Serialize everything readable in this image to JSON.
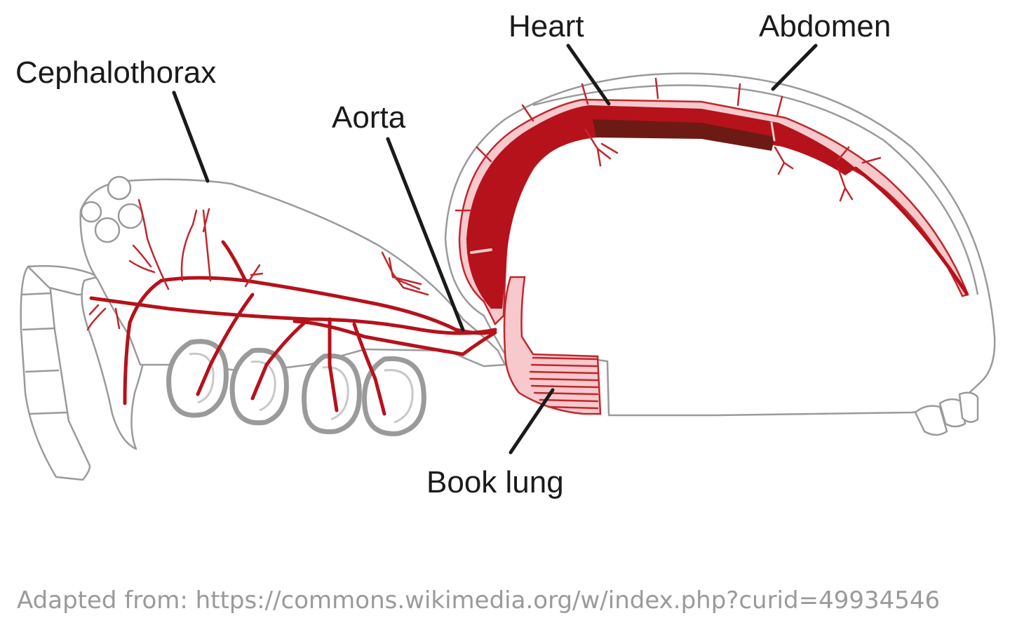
{
  "labels": {
    "cephalothorax": "Cephalothorax",
    "aorta": "Aorta",
    "heart": "Heart",
    "abdomen": "Abdomen",
    "book_lung": "Book lung"
  },
  "caption": "Adapted from: https://commons.wikimedia.org/w/index.php?curid=49934546",
  "colors": {
    "vessel_red": "#b5121b",
    "heart_dark": "#6e1a14",
    "lung_pink": "#f7c9cc",
    "outline_gray": "#9a9a9a",
    "label_text": "#1a1a1a",
    "caption_text": "#9a9a9a"
  }
}
